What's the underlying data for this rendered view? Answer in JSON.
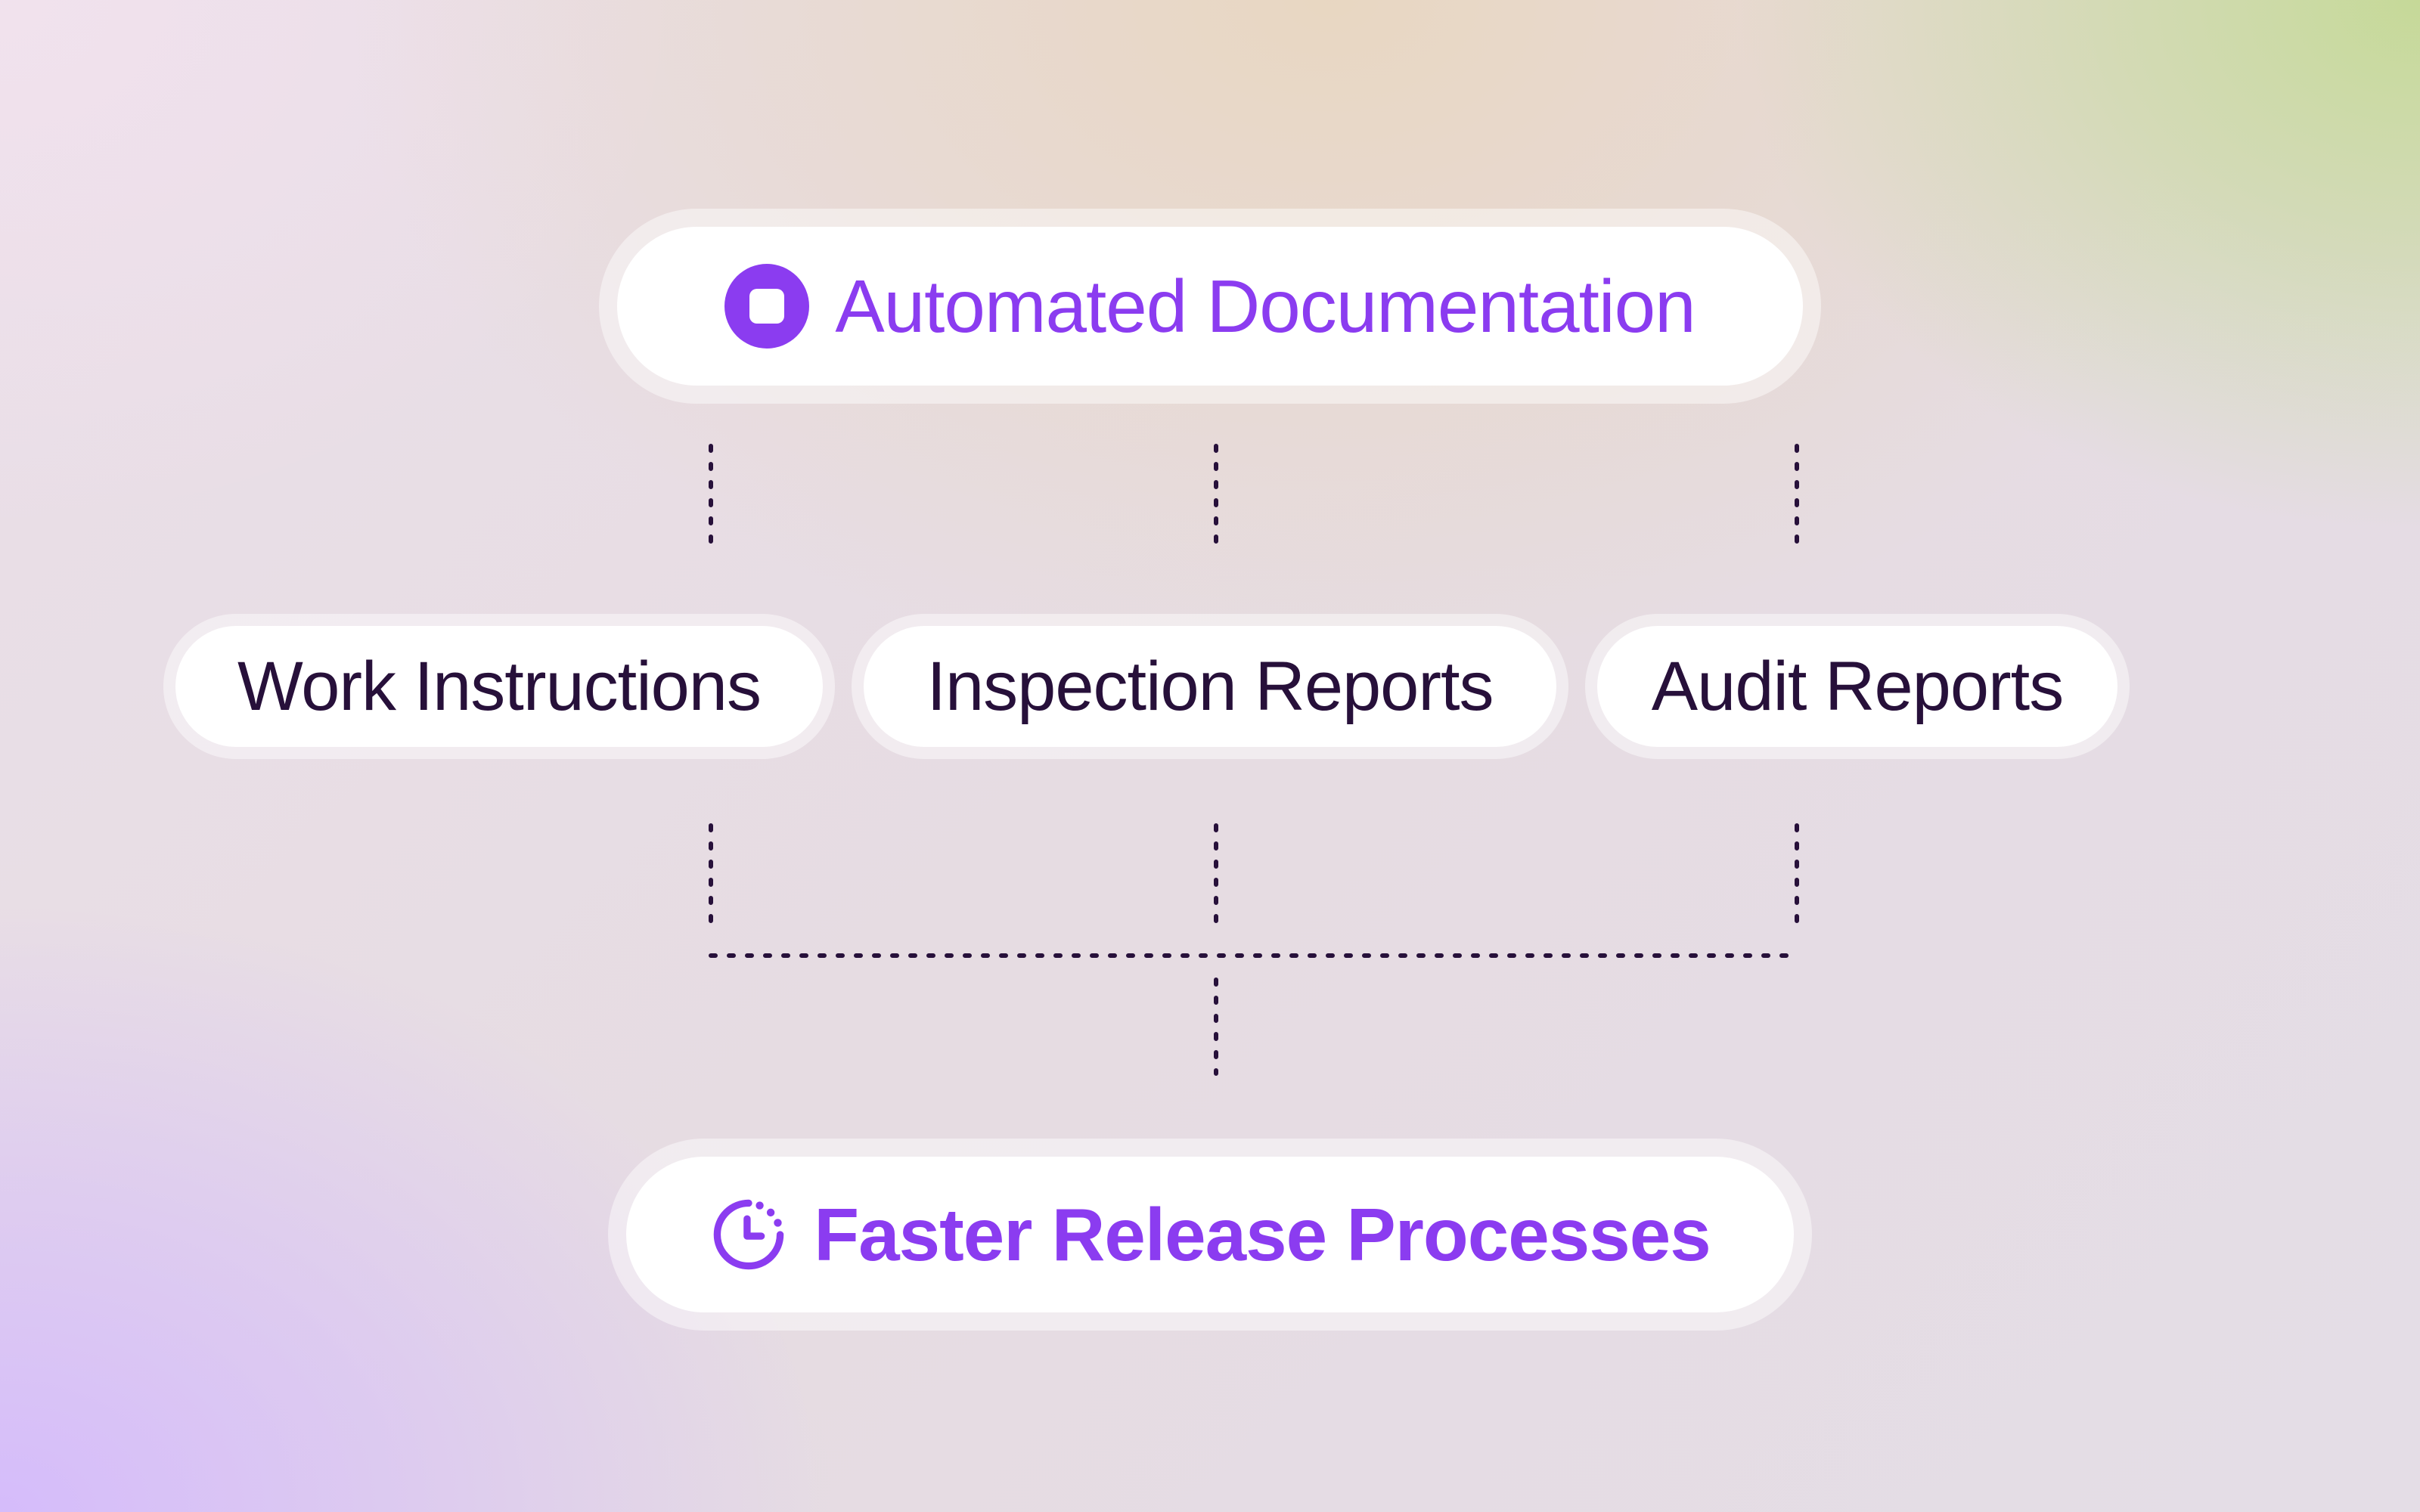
{
  "diagram": {
    "title": {
      "label": "Automated Documentation",
      "icon": "square-stop-icon"
    },
    "items": [
      {
        "label": "Work Instructions"
      },
      {
        "label": "Inspection Reports"
      },
      {
        "label": "Audit Reports"
      }
    ],
    "result": {
      "label": "Faster Release Processes",
      "icon": "clock-icon"
    }
  },
  "colors": {
    "accent": "#8b3cf0",
    "text_dark": "#27103a",
    "connector": "#27103a"
  }
}
